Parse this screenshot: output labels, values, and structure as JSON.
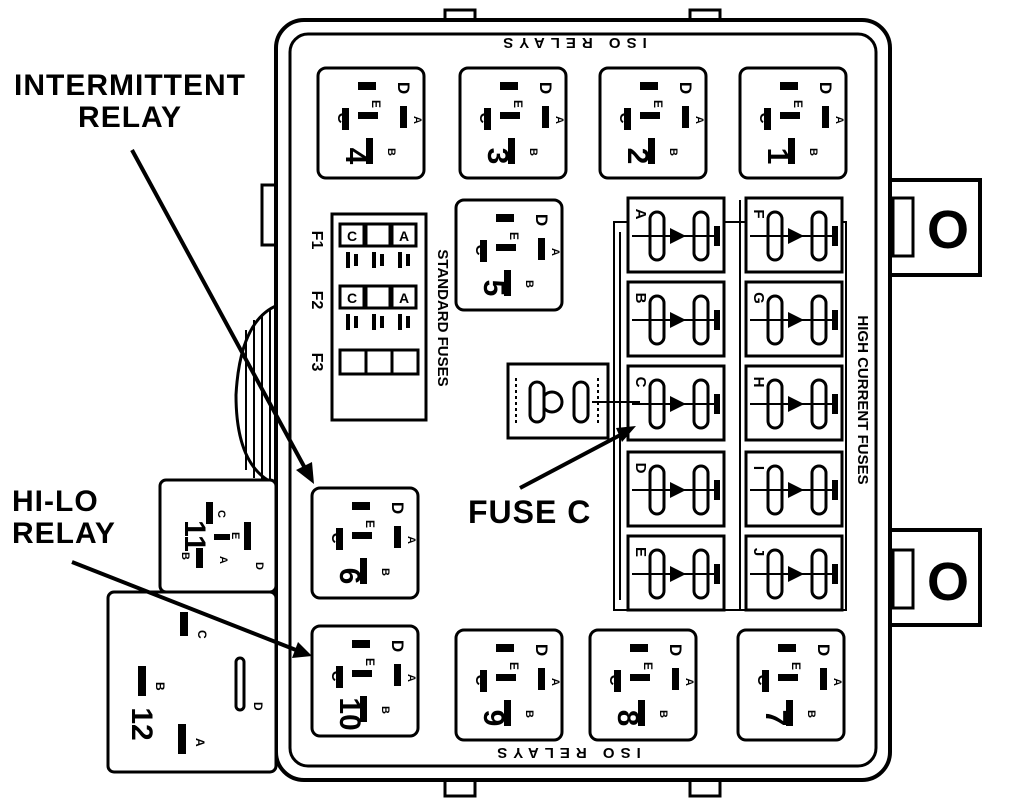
{
  "callouts": {
    "intermittent_line1": "INTERMITTENT",
    "intermittent_line2": "RELAY",
    "hilo_line1": "HI-LO",
    "hilo_line2": "RELAY",
    "fuse_c": "FUSE C"
  },
  "section_labels": {
    "iso_relays": "ISO RELAYS",
    "standard_fuses": "STANDARD FUSES",
    "high_current_fuses": "HIGH CURRENT FUSES"
  },
  "standard_fuse_rows": [
    "F1",
    "F2",
    "F3"
  ],
  "terminal_labels": {
    "a": "A",
    "b": "B",
    "c": "C",
    "d": "D",
    "e": "E"
  },
  "relays_top": [
    "4",
    "3",
    "2",
    "1"
  ],
  "relay_middle": "5",
  "relays_left": [
    "6",
    "10"
  ],
  "relays_bottom": [
    "9",
    "8",
    "7"
  ],
  "external_relays": [
    "11",
    "12"
  ],
  "high_current_fuses_left": [
    "A",
    "B",
    "C",
    "D",
    "E"
  ],
  "high_current_fuses_right": [
    "F",
    "G",
    "H",
    "I",
    "J"
  ],
  "mount_ring": "O"
}
